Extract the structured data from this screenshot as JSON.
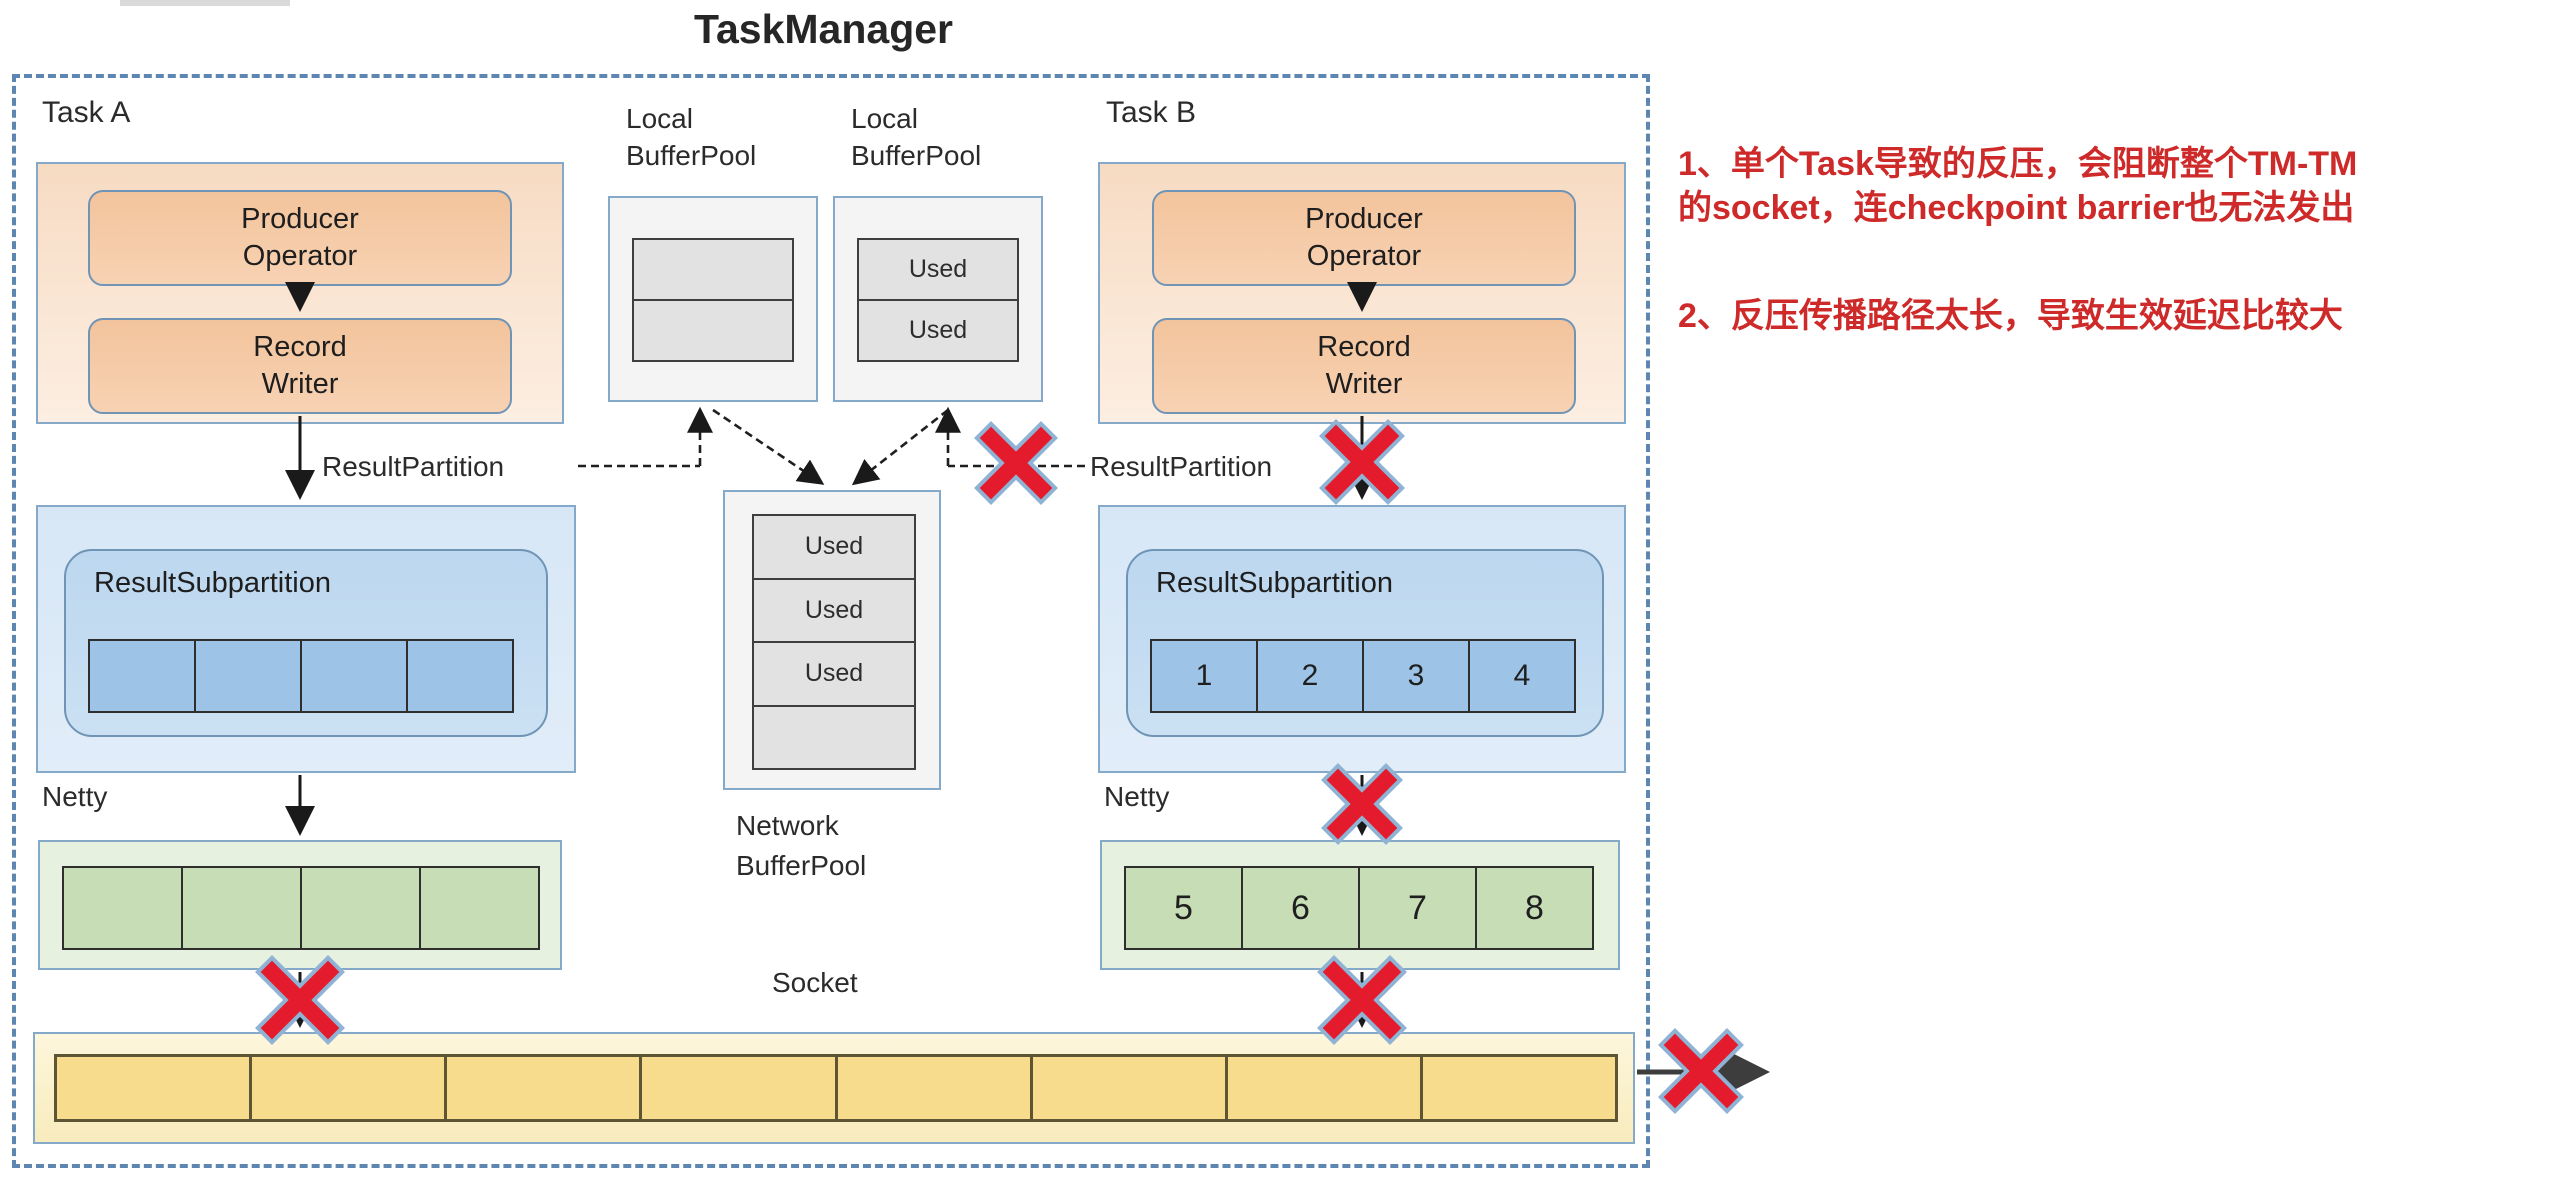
{
  "title": "TaskManager",
  "task_a": {
    "label": "Task A",
    "producer_line1": "Producer",
    "producer_line2": "Operator",
    "record_line1": "Record",
    "record_line2": "Writer",
    "result_partition": "ResultPartition",
    "result_subpartition": "ResultSubpartition",
    "netty": "Netty",
    "subpartition_cells": [
      "",
      "",
      "",
      ""
    ],
    "netty_cells": [
      "",
      "",
      "",
      ""
    ]
  },
  "task_b": {
    "label": "Task B",
    "producer_line1": "Producer",
    "producer_line2": "Operator",
    "record_line1": "Record",
    "record_line2": "Writer",
    "result_partition": "ResultPartition",
    "result_subpartition": "ResultSubpartition",
    "netty": "Netty",
    "subpartition_cells": [
      "1",
      "2",
      "3",
      "4"
    ],
    "netty_cells": [
      "5",
      "6",
      "7",
      "8"
    ]
  },
  "local_buffer_pool_1": {
    "label_line1": "Local",
    "label_line2": "BufferPool",
    "cells": [
      "",
      ""
    ]
  },
  "local_buffer_pool_2": {
    "label_line1": "Local",
    "label_line2": "BufferPool",
    "cells": [
      "Used",
      "Used"
    ]
  },
  "network_buffer_pool": {
    "label_line1": "Network",
    "label_line2": "BufferPool",
    "cells": [
      "Used",
      "Used",
      "Used",
      ""
    ]
  },
  "socket": {
    "label": "Socket",
    "cells": [
      "",
      "",
      "",
      "",
      "",
      "",
      "",
      ""
    ]
  },
  "notes": {
    "item1_line1": "1、单个Task导致的反压，会阻断整个TM-TM",
    "item1_line2": "的socket，连checkpoint barrier也无法发出",
    "item2": "2、反压传播路径太长，导致生效延迟比较大"
  },
  "colors": {
    "box_border_blue": "#84a9c9",
    "dashed_frame_blue": "#5d87b0",
    "note_red": "#ce2a2a",
    "cross_red": "#e41b2c",
    "orange_fill": "#f5cba6",
    "blue_cell_fill": "#9dc4e7",
    "green_cell_fill": "#c7ddb6",
    "yellow_cell_fill": "#f8dc8d",
    "gray_cell_fill": "#e2e2e2"
  }
}
